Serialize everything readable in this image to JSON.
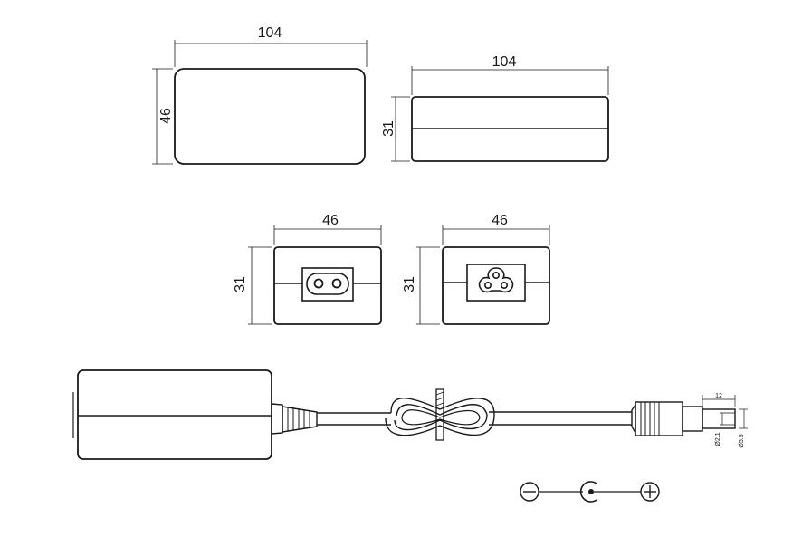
{
  "top_view": {
    "width_label": "104",
    "height_label": "46"
  },
  "side_view": {
    "width_label": "104",
    "height_label": "31"
  },
  "end_view_c8": {
    "width_label": "46",
    "height_label": "31"
  },
  "end_view_c6": {
    "width_label": "46",
    "height_label": "31"
  },
  "cable_view": {
    "plug_length_label": "12",
    "inner_dia_label": "Ø2.1",
    "outer_dia_label": "Ø5.5"
  },
  "polarity": {
    "negative_symbol": "−",
    "positive_symbol": "+"
  }
}
